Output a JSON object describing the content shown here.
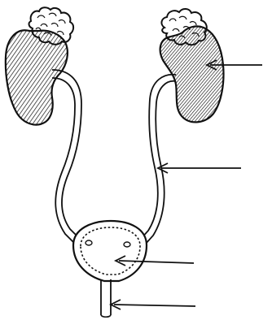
{
  "diagram": {
    "label_count": 4,
    "stroke_color": "#111111",
    "fill_color": "#ffffff",
    "structures": [
      "left-kidney",
      "right-kidney",
      "left-adrenal-gland",
      "right-adrenal-gland",
      "left-ureter",
      "right-ureter",
      "urinary-bladder",
      "urethra"
    ]
  }
}
